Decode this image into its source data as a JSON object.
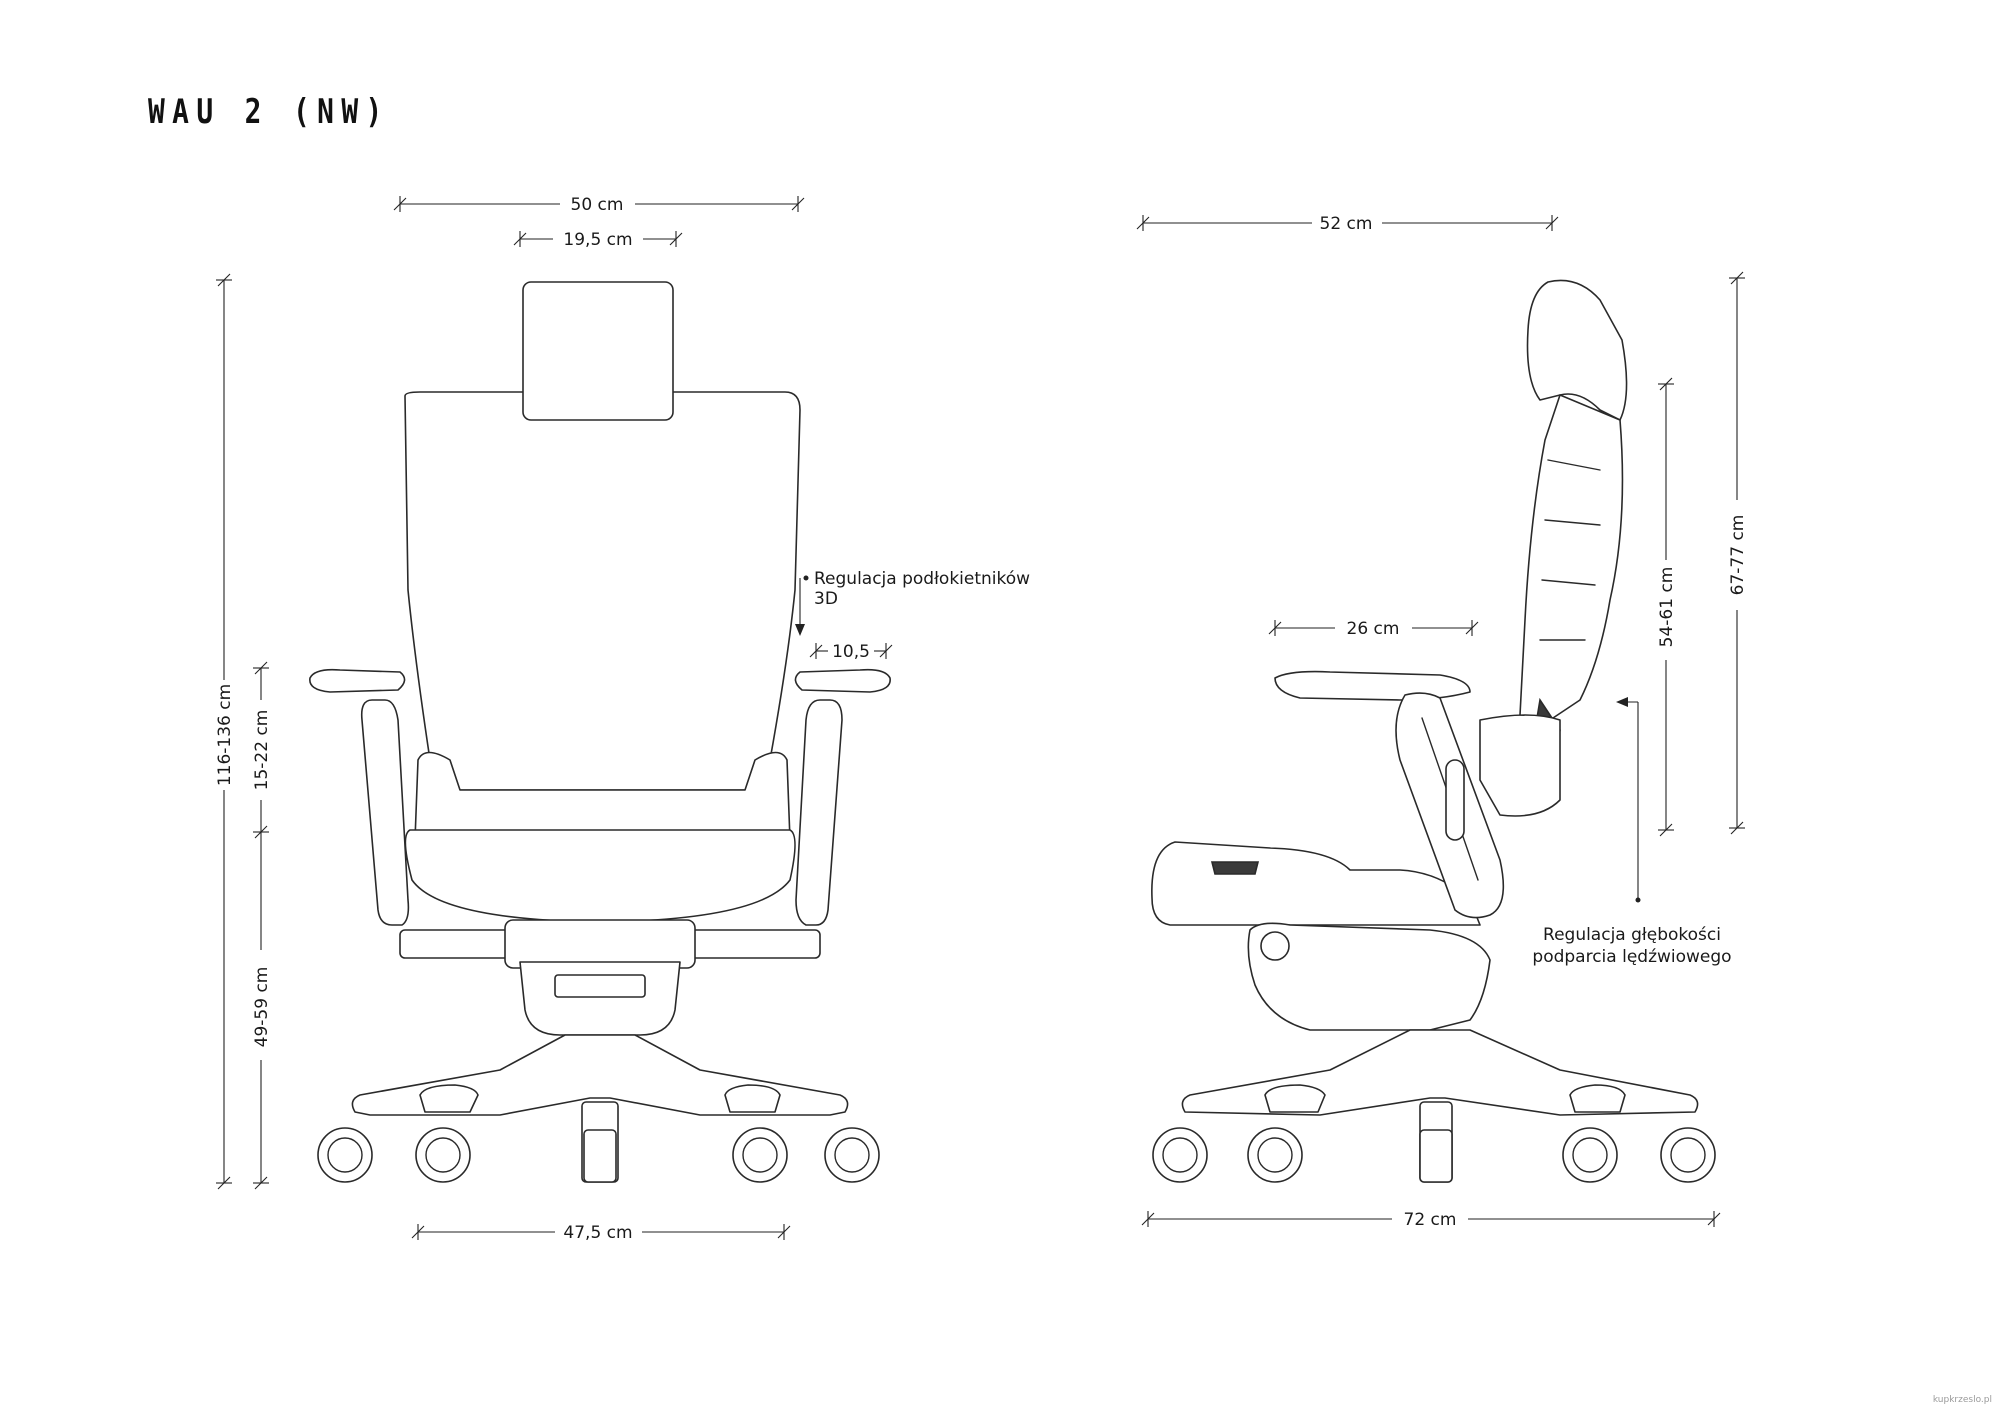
{
  "title": "WAU 2 (NW)",
  "front_view": {
    "width_total": "50 cm",
    "headrest_width": "19,5 cm",
    "total_height": "116-136 cm",
    "armrest_height": "15-22 cm",
    "seat_height": "49-59 cm",
    "base_width": "47,5 cm",
    "armrest_note_line1": "Regulacja podłokietników",
    "armrest_note_line2": "3D",
    "armrest_adjust": "10,5"
  },
  "side_view": {
    "depth_top": "52 cm",
    "armrest_depth": "26 cm",
    "backrest_height": "54-61 cm",
    "back_total_height": "67-77 cm",
    "base_depth": "72 cm",
    "lumbar_note_line1": "Regulacja głębokości",
    "lumbar_note_line2": "podparcia lędźwiowego"
  },
  "watermark": "kupkrzeslo.pl"
}
